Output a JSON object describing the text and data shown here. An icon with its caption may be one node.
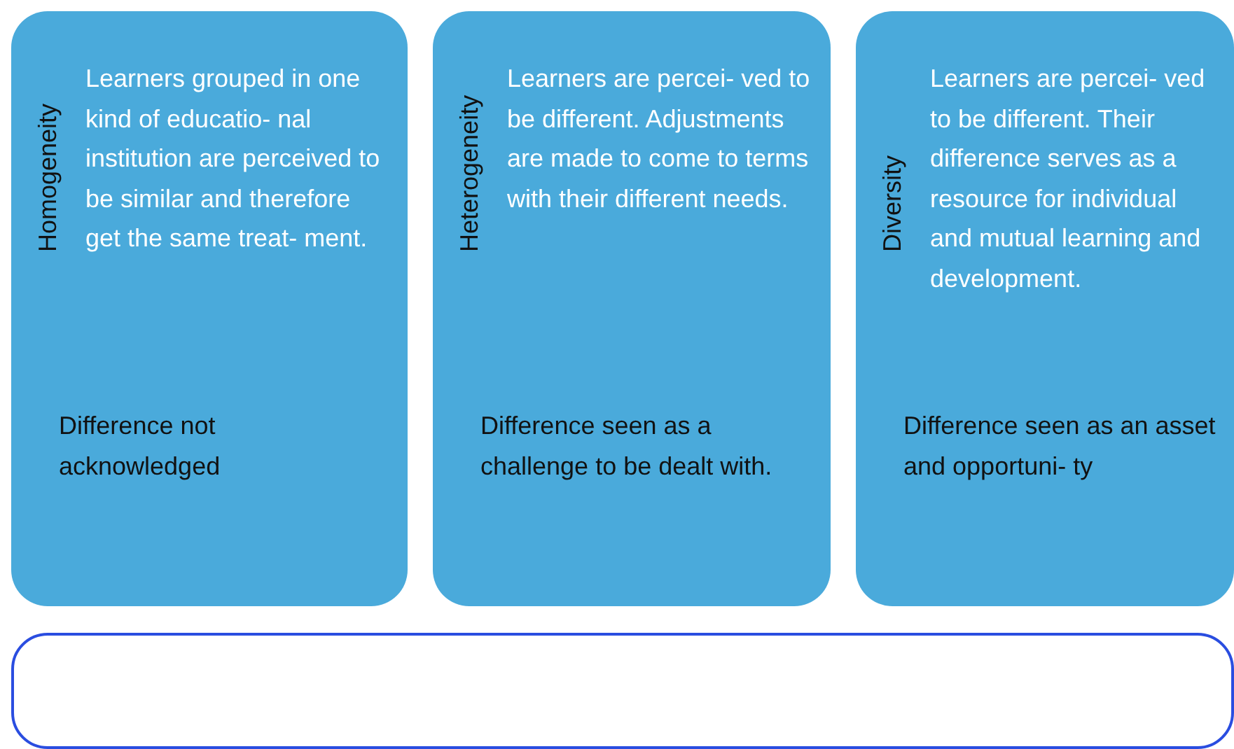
{
  "diagram": {
    "nodes": [
      {
        "text": [
          "Homogeneity",
          "Learners grouped in one kind of educatio- nal institution are perceived to be similar and therefore get the same treat- ment.",
          "Difference not acknowledged"
        ]
      },
      {
        "text": [
          "Heterogeneity",
          "Learners are percei- ved to be different. Adjustments are made to come to terms with their different needs.",
          "Difference  seen as a challenge to be dealt with."
        ]
      },
      {
        "text": [
          "Diversity",
          "Learners are percei- ved to be different. Their  difference serves as a resource for individual and mutual learning and development.",
          "Difference seen as an asset and opportuni- ty"
        ]
      },
      {
        "text": [],
        "shape": "box"
      }
    ]
  }
}
